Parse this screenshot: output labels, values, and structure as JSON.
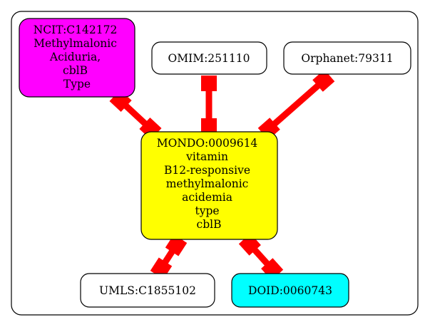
{
  "diagram": {
    "nodes": [
      {
        "id": "ncit",
        "lines": [
          "NCIT:C142172",
          "Methylmalonic",
          "Aciduria,",
          "cblB",
          "Type"
        ],
        "fill": "#ff00ff"
      },
      {
        "id": "omim",
        "lines": [
          "OMIM:251110"
        ],
        "fill": "#ffffff"
      },
      {
        "id": "orphanet",
        "lines": [
          "Orphanet:79311"
        ],
        "fill": "#ffffff"
      },
      {
        "id": "mondo",
        "lines": [
          "MONDO:0009614",
          "vitamin",
          "B12-responsive",
          "methylmalonic",
          "acidemia",
          "type",
          "cblB"
        ],
        "fill": "#ffff00"
      },
      {
        "id": "umls",
        "lines": [
          "UMLS:C1855102"
        ],
        "fill": "#ffffff"
      },
      {
        "id": "doid",
        "lines": [
          "DOID:0060743"
        ],
        "fill": "#00ffff"
      }
    ],
    "edges": [
      {
        "from": "ncit",
        "to": "mondo"
      },
      {
        "from": "omim",
        "to": "mondo"
      },
      {
        "from": "orphanet",
        "to": "mondo"
      },
      {
        "from": "mondo",
        "to": "umls"
      },
      {
        "from": "mondo",
        "to": "doid"
      }
    ],
    "edge_color": "#ff0000"
  }
}
